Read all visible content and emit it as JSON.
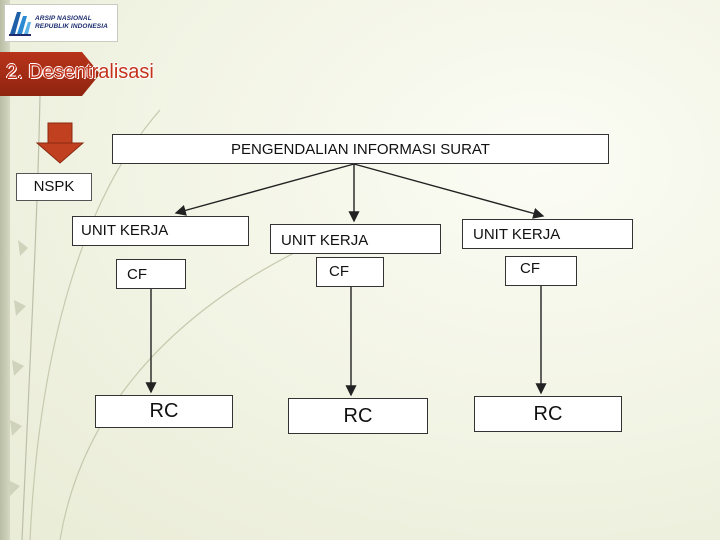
{
  "logo": {
    "line1": "ARSIP NASIONAL",
    "line2": "REPUBLIK INDONESIA",
    "icon": "anri-logo-icon"
  },
  "title": "2. Desentralisasi",
  "diagram": {
    "top": "PENGENDALIAN INFORMASI SURAT",
    "side": "NSPK",
    "columns": [
      {
        "unit": "UNIT KERJA",
        "cf": "CF",
        "rc": "RC"
      },
      {
        "unit": "UNIT KERJA",
        "cf": "CF",
        "rc": "RC"
      },
      {
        "unit": "UNIT KERJA",
        "cf": "CF",
        "rc": "RC"
      }
    ]
  },
  "colors": {
    "banner": "#b8341a",
    "arrow": "#c0401f",
    "line": "#222222",
    "background": "#f4f6ea"
  },
  "icons": [
    "down-arrow-icon",
    "anri-logo-icon"
  ]
}
